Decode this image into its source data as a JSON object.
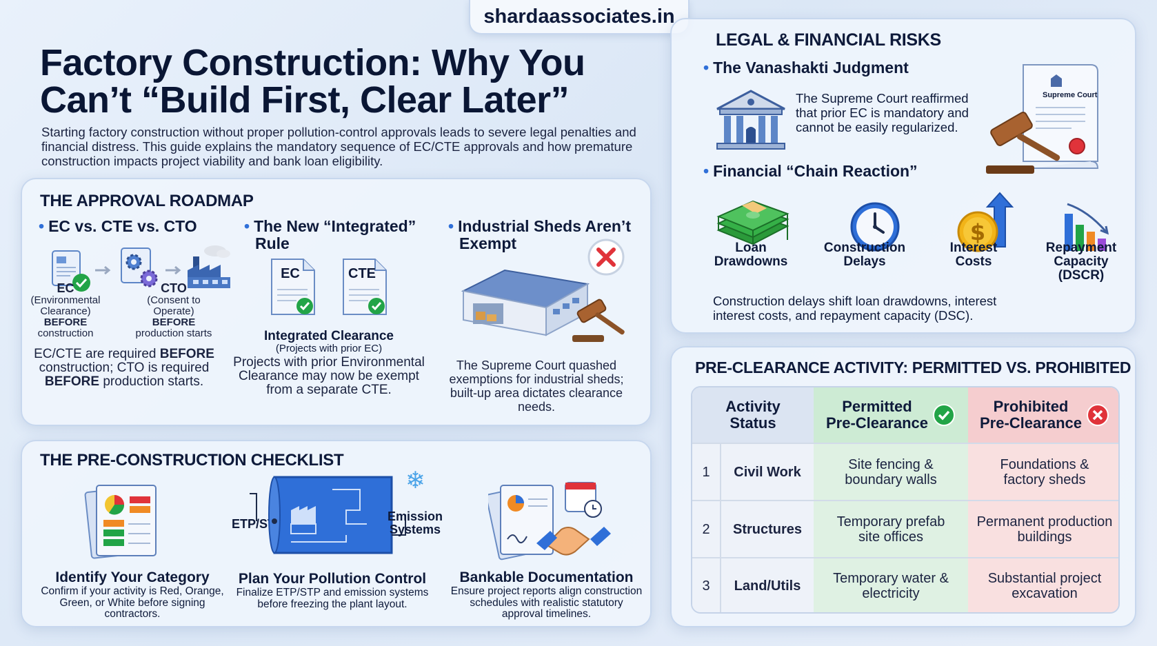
{
  "site": "shardaassociates.in",
  "title_line1": "Factory Construction: Why You",
  "title_line2": "Can’t “Build First, Clear Later”",
  "intro": "Starting factory construction without proper pollution-control approvals leads to severe legal penalties and financial distress. This guide explains the mandatory sequence of EC/CTE approvals and how premature construction impacts project viability and bank loan eligibility.",
  "roadmap": {
    "title": "THE APPROVAL ROADMAP",
    "col1": {
      "heading": "EC vs. CTE vs. CTO",
      "ec_label": "EC",
      "ec_desc1": "(Environmental",
      "ec_desc2": "Clearance)",
      "ec_before": "BEFORE",
      "ec_when": "construction",
      "cto_label": "CTO",
      "cto_desc1": "(Consent to",
      "cto_desc2": "Operate)",
      "cto_before": "BEFORE",
      "cto_when": "production starts",
      "summary_a": "EC/CTE are required ",
      "summary_b": "BEFORE",
      "summary_c": "construction; CTO is required",
      "summary_d": "BEFORE",
      "summary_e": " production starts."
    },
    "col2": {
      "heading1": "The New “Integrated”",
      "heading2": "Rule",
      "doc1": "EC",
      "doc2": "CTE",
      "label": "Integrated Clearance",
      "label_sub": "(Projects with prior EC)",
      "body": "Projects with prior Environmental Clearance may now be exempt from a separate CTE."
    },
    "col3": {
      "heading1": "Industrial Sheds Aren’t",
      "heading2": "Exempt",
      "body": "The Supreme Court quashed exemptions for industrial sheds; built-up area dictates clearance needs."
    }
  },
  "checklist": {
    "title": "THE PRE-CONSTRUCTION CHECKLIST",
    "items": [
      {
        "title": "Identify Your Category",
        "body": "Confirm if your activity is Red, Orange, Green, or White before signing contractors."
      },
      {
        "title": "Plan Your Pollution Control",
        "body": "Finalize ETP/STP and emission systems before freezing the plant layout."
      },
      {
        "title": "Bankable Documentation",
        "body": "Ensure project reports align construction schedules with realistic statutory approval timelines."
      }
    ],
    "etp_label": "ETP/STP",
    "emission_label1": "Emission",
    "emission_label2": "Systems"
  },
  "risks": {
    "title": "LEGAL & FINANCIAL RISKS",
    "vanashakti_heading": "The Vanashakti Judgment",
    "vanashakti_body": "The Supreme Court reaffirmed that prior EC is mandatory and cannot be easily regularized.",
    "doc_label": "Supreme Court",
    "chain_heading": "Financial “Chain Reaction”",
    "chain_items": [
      {
        "l1": "Loan",
        "l2": "Drawdowns",
        "l3": ""
      },
      {
        "l1": "Construction",
        "l2": "Delays",
        "l3": ""
      },
      {
        "l1": "Interest",
        "l2": "Costs",
        "l3": ""
      },
      {
        "l1": "Repayment",
        "l2": "Capacity",
        "l3": "(DSCR)"
      }
    ],
    "dollar": "$",
    "chain_body": "Construction delays shift loan drawdowns, interest interest costs, and repayment capacity (DSC)."
  },
  "table": {
    "title": "PRE-CLEARANCE ACTIVITY: PERMITTED VS. PROHIBITED",
    "h_activity1": "Activity",
    "h_activity2": "Status",
    "h_permitted1": "Permitted",
    "h_permitted2": "Pre-Clearance",
    "h_prohibited1": "Prohibited",
    "h_prohibited2": "Pre-Clearance",
    "rows": [
      {
        "num": "1",
        "activity": "Civil Work",
        "permitted": "Site fencing & boundary walls",
        "prohibited": "Foundations & factory sheds"
      },
      {
        "num": "2",
        "activity": "Structures",
        "permitted": "Temporary prefab site offices",
        "prohibited": "Permanent production buildings"
      },
      {
        "num": "3",
        "activity": "Land/Utils",
        "permitted": "Temporary water & electricity",
        "prohibited": "Substantial project excavation"
      }
    ]
  },
  "colors": {
    "accent_blue": "#2f6fd8",
    "permitted_green": "#dff1e3",
    "prohibited_red": "#f9e0e0",
    "check_green": "#22a447",
    "cross_red": "#e0333a"
  }
}
